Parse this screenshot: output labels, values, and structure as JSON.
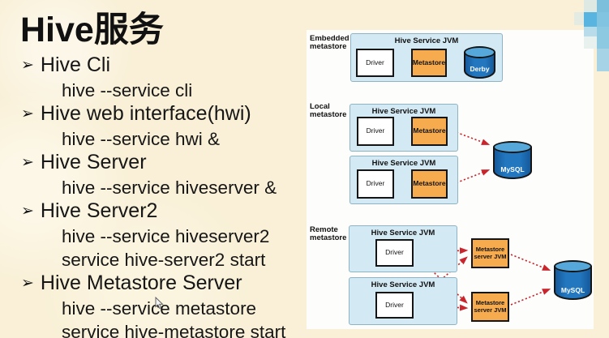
{
  "slide": {
    "title": "Hive服务",
    "bullet_marker": "➢",
    "bullets": [
      {
        "label": "Hive Cli",
        "commands": [
          "hive --service cli"
        ]
      },
      {
        "label": "Hive web interface(hwi)",
        "commands": [
          "hive --service hwi &"
        ]
      },
      {
        "label": "Hive Server",
        "commands": [
          "hive --service hiveserver &"
        ]
      },
      {
        "label": "Hive Server2",
        "commands": [
          "hive --service hiveserver2",
          "service hive-server2 start"
        ]
      },
      {
        "label": "Hive Metastore Server",
        "commands": [
          "hive --service metastore",
          "service hive-metastore start"
        ]
      }
    ]
  },
  "diagram": {
    "sections": [
      {
        "label": "Embedded metastore"
      },
      {
        "label": "Local metastore"
      },
      {
        "label": "Remote metastore"
      }
    ],
    "labels": {
      "jvm": "Hive Service JVM",
      "driver": "Driver",
      "metastore": "Metastore",
      "metastore_server": "Metastore server JVM",
      "derby": "Derby",
      "mysql": "MySQL"
    }
  },
  "colors": {
    "slide_bg": "#f9f0d7",
    "panel_bg": "#fdfdfc",
    "jvm_box": "#d3e9f4",
    "metastore_orange": "#f6ab4e",
    "db_blue": "#2277bf",
    "db_blue_top": "#57a8da",
    "arrow_red": "#c9252d"
  }
}
